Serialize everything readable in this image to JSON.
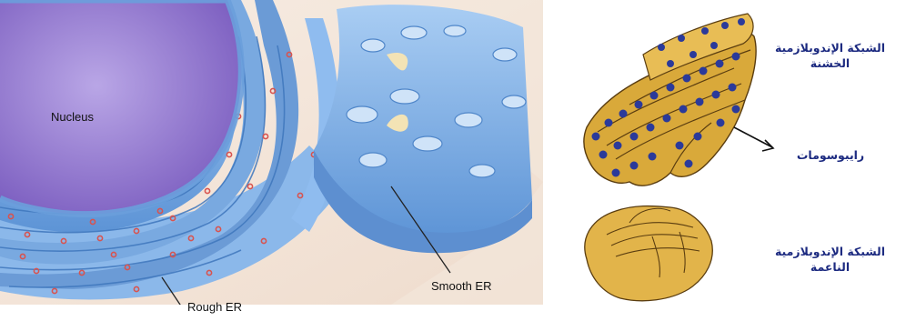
{
  "left_panel": {
    "labels": {
      "nucleus": "Nucleus",
      "rough_er": "Rough ER",
      "smooth_er": "Smooth ER"
    }
  },
  "right_panel": {
    "labels": {
      "rough_er_line1": "الشبكة الإندوبلازمية",
      "rough_er_line2": "الخشنة",
      "ribosomes": "رايبوسومات",
      "smooth_er_line1": "الشبكة الإندوبلازمية",
      "smooth_er_line2": "الناعمة"
    }
  },
  "colors": {
    "nucleus": "#9a7fd0",
    "membrane_blue": "#7fb0e6",
    "ribosome_dot": "#d8534f",
    "rough_er_gold": "#d9a93a",
    "ribosome_navy": "#2b3a9a",
    "arabic_text": "#1c2a80"
  }
}
